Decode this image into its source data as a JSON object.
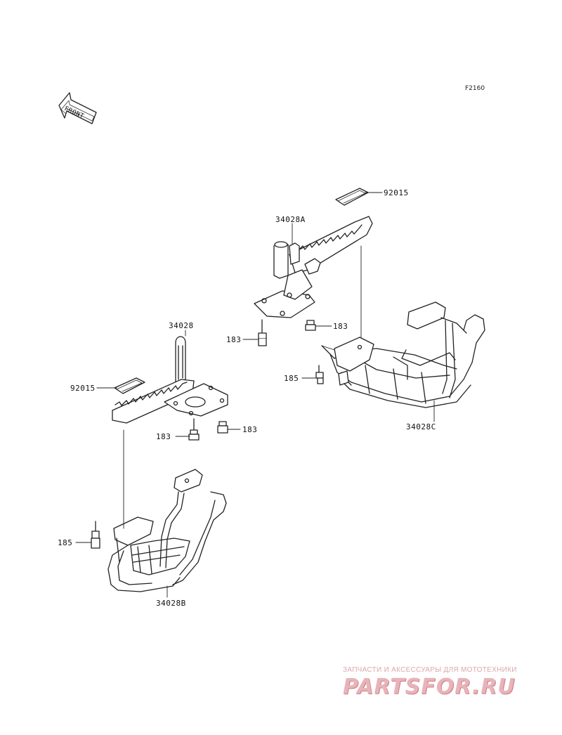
{
  "diagram_code": "F2160",
  "front_arrow_label": "FRONT",
  "parts": {
    "p92015_a": "92015",
    "p34028A": "34028A",
    "p183_a": "183",
    "p183_b": "183",
    "p185_a": "185",
    "p34028C": "34028C",
    "p34028": "34028",
    "p92015_b": "92015",
    "p183_c": "183",
    "p183_d": "183",
    "p185_b": "185",
    "p34028B": "34028B"
  },
  "watermark": {
    "tagline": "ЗАПЧАСТИ И АКСЕССУАРЫ ДЛЯ МОТОТЕХНИКИ",
    "logo": "PARTSFOR.RU",
    "color": "#e8b3b9"
  }
}
